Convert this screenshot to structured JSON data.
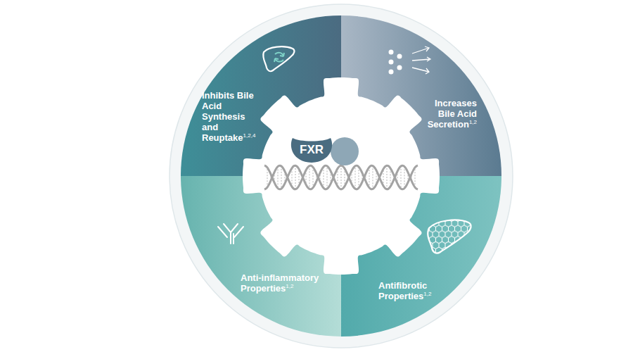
{
  "diagram": {
    "nodes": [
      {
        "text": [
          "Inhibits Bile Acid Synthesis and Reuptake",
          "1,2,4"
        ]
      },
      {
        "text": [
          "Increases Bile Acid Secretion",
          "1,2"
        ]
      },
      {
        "text": [
          "FXR"
        ]
      },
      {
        "text": [
          "Anti-inflammatory Properties",
          "1,2"
        ]
      },
      {
        "text": [
          "Antifibrotic Properties",
          "1,2"
        ]
      }
    ]
  }
}
